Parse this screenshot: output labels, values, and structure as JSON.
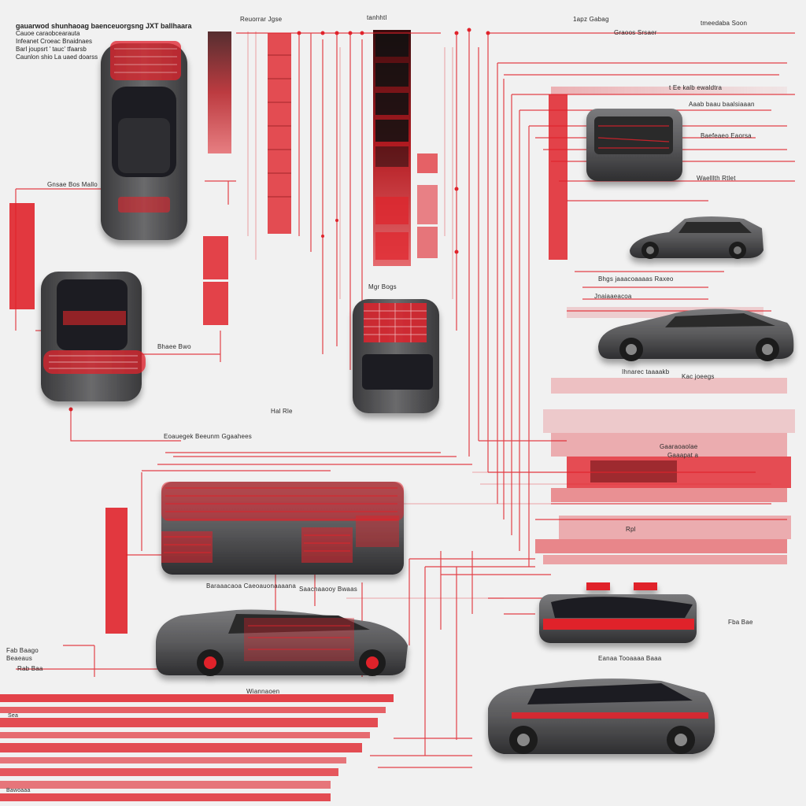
{
  "title_block": {
    "line1": "gauarwod shunhaoag baenceuorgsng JXT ballhaara",
    "line2": "Cauoe caraobcearauta",
    "line3": "Infeanet Croeac Bnaidnaes",
    "line4": "Barl joupsrt ' tauc' tfaarsb",
    "line5": "Caunlon shio La uaed doarss"
  },
  "labels": {
    "top_center": "tanhhtl",
    "top_mid_right": "Reuorrar Jgse",
    "top_right_1": "1apz Gabag",
    "top_right_2": "tmeedaba Soon",
    "top_right_3": "Graoos Srsaer",
    "r_1": "t Ee kalb ewaldtra",
    "r_2": "Aaab baau baalsiaaan",
    "r_3": "Baefeaeo Eaorsa",
    "r_4": "Waelllth Rtlet",
    "l_top": "Gnsae Bos Mallo",
    "mid_1": "Bhaee Bwo",
    "mid_2": "Mgr Bogs",
    "mid_3": "Hal Rle",
    "mid_4": "Eoauegek Beeunm Ggaahees",
    "r_5": "Jnaiaaeacoa",
    "r_6": "Bhgs jaaacoaaaas Raxeo",
    "r_7": "Ihnarec taaaakb",
    "r_8": "Kac joeegs",
    "r_9": "Gaaraoaolae",
    "r_10": "Gaaapat a",
    "r_11": "Rpl",
    "bot_1": "Baraaacaoa Caeoauonaaaana",
    "bot_2": "Saacnaaooy Bwaas",
    "bot_3": "Wiannaoen",
    "bot_r_1": "Eanaa Tooaaaa Baaa",
    "bot_r_2": "Fba Bae",
    "bl_1": "Fab Baago",
    "bl_2": "Beaeaus",
    "bl_3": "Rab Baa",
    "bl_4": "Sea",
    "bl_5": "Bawoaaa"
  },
  "colors": {
    "accent": "#e0232b",
    "accent_light": "#f2a3a5",
    "car_body": "#5a5a5c",
    "car_dark": "#2e2e30",
    "background": "#f1f1f1"
  }
}
